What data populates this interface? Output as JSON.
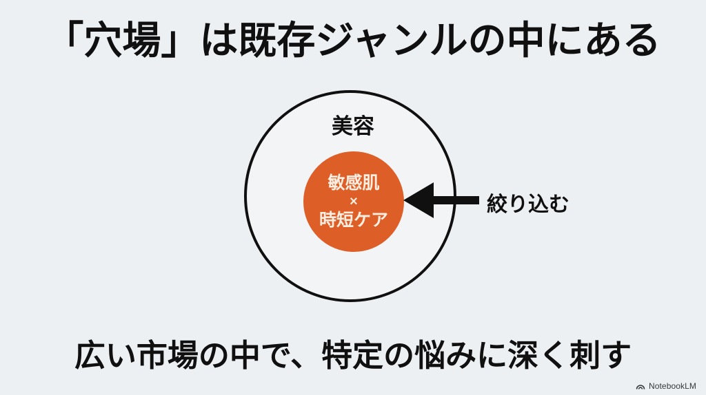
{
  "slide": {
    "title": "「穴場」は既存ジャンルの中にある",
    "diagram": {
      "outer_label": "美容",
      "inner_lines": [
        "敏感肌",
        "×",
        "時短ケア"
      ],
      "arrow_label": "絞り込む"
    },
    "footer_text": "広い市場の中で、特定の悩みに深く刺す",
    "watermark": "NotebookLM",
    "colors": {
      "background": "#edf0f3",
      "ink": "#101010",
      "accent_orange": "#dd5e27",
      "inner_text": "#fbeee1"
    }
  }
}
